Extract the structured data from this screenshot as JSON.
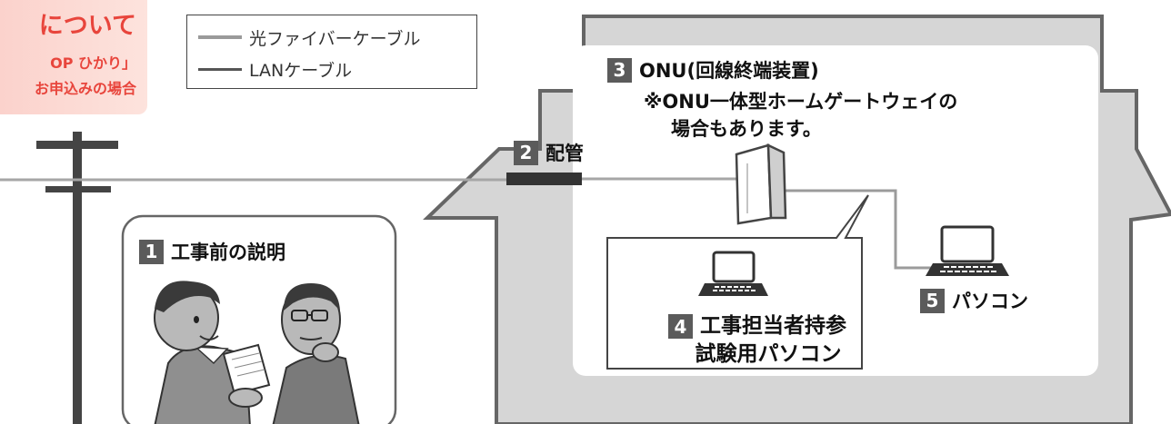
{
  "banner": {
    "title": "について",
    "line1": "OP ひかり」",
    "line2": "お申込みの場合"
  },
  "legend": {
    "fiber_label": "光ファイバーケーブル",
    "lan_label": "LANケーブル"
  },
  "steps": {
    "s1": {
      "num": "1",
      "label": "工事前の説明"
    },
    "s2": {
      "num": "2",
      "label": "配管"
    },
    "s3": {
      "num": "3",
      "label": "ONU(回線終端装置)",
      "note1": "※ONU一体型ホームゲートウェイの",
      "note2": "場合もあります。"
    },
    "s4": {
      "num": "4",
      "line1": "工事担当者持参",
      "line2": "試験用パソコン"
    },
    "s5": {
      "num": "5",
      "label": "パソコン"
    }
  },
  "colors": {
    "banner_text": "#e8453c",
    "banner_bg": "#fbd2cc",
    "house_fill": "#d6d6d6",
    "house_stroke": "#666666",
    "fiber": "#9a9a9a",
    "badge": "#5b5b5b"
  }
}
